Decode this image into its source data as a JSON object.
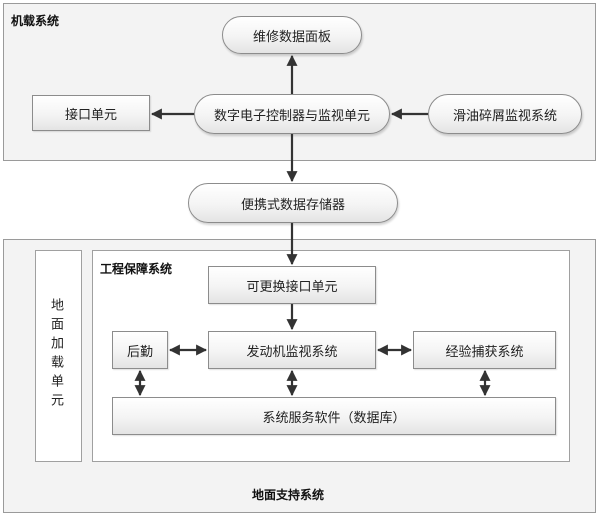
{
  "airborne_system": {
    "title": "机载系统",
    "maintenance_panel": "维修数据面板",
    "interface_unit": "接口单元",
    "digital_controller": "数字电子控制器与监视单元",
    "oil_debris_monitor": "滑油碎屑监视系统"
  },
  "portable_storage": "便携式数据存储器",
  "ground_support": {
    "title": "地面支持系统",
    "ground_airborne_unit": "地面加载单元",
    "engineering_support": {
      "title": "工程保障系统",
      "replaceable_interface": "可更换接口单元",
      "logistics": "后勤",
      "engine_monitoring": "发动机监视系统",
      "experience_capture": "经验捕获系统",
      "service_software": "系统服务软件（数据库）"
    }
  },
  "colors": {
    "arrow": "#333333",
    "panel_bg": "#f3f3f3",
    "border": "#9a9a9a"
  }
}
